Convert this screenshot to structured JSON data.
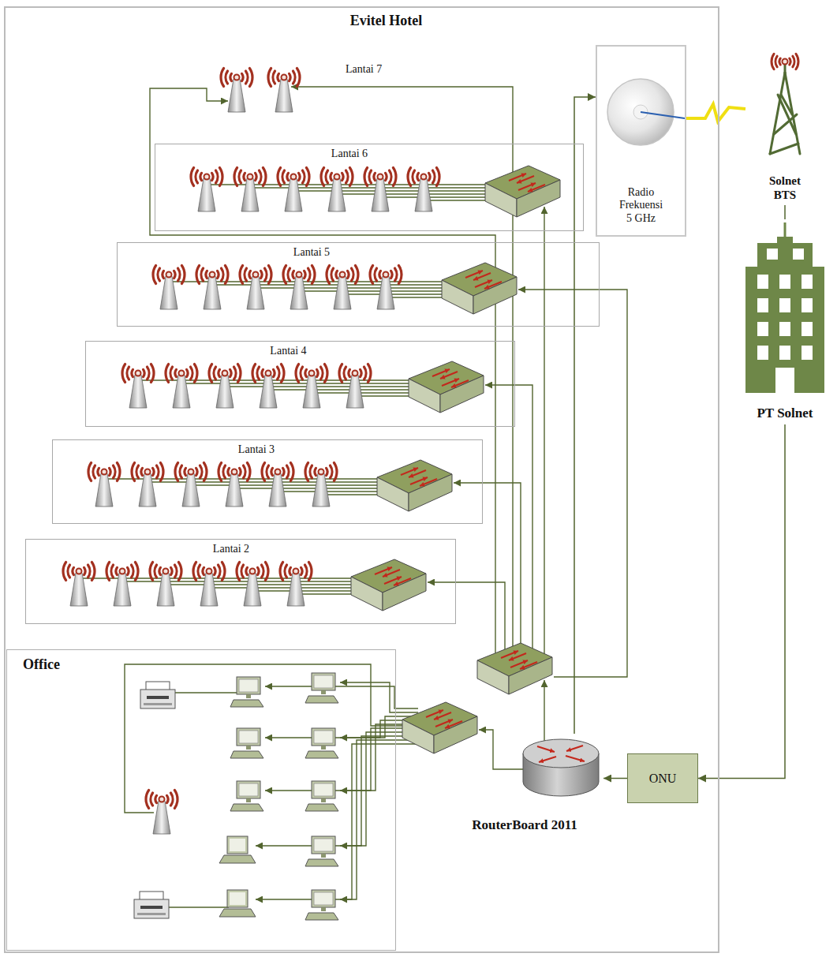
{
  "diagram": {
    "nodes": [
      {
        "text": [
          "Evitel Hotel"
        ]
      },
      {
        "text": [
          "Lantai 6"
        ],
        "in": 0
      },
      {
        "text": [
          "Radio Frekuensi 5 GHz"
        ],
        "in": 0
      },
      {
        "text": [
          "Solnet BTS"
        ]
      },
      {
        "text": [
          "Lantai 5"
        ],
        "in": 0
      },
      {
        "text": [
          "Lantai 4"
        ],
        "in": 0
      },
      {
        "text": [
          "PT Solnet"
        ]
      },
      {
        "text": [
          "Lantai 3"
        ],
        "in": 0
      },
      {
        "text": [
          "Lantai 2"
        ],
        "in": 0
      },
      {
        "text": [
          "Office"
        ],
        "in": 0
      },
      {
        "text": [
          "ONU"
        ],
        "in": 0
      },
      {
        "text": [
          "RouterBoard 2011"
        ],
        "in": 0
      }
    ],
    "edges": [
      {
        "from": 6,
        "to": 10,
        "arrow": "to"
      },
      {
        "from": 10,
        "to": 11,
        "arrow": "to"
      },
      {
        "from": 2,
        "to": 3,
        "arrow": "none"
      },
      {
        "from": 6,
        "to": 3,
        "arrow": "none"
      },
      {
        "from": 11,
        "to": 2,
        "arrow": "to"
      }
    ],
    "labels": [
      "Lantai 7"
    ]
  }
}
